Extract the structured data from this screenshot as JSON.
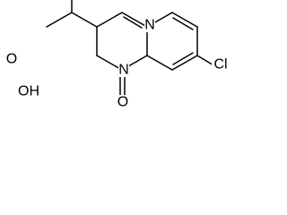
{
  "molecule": {
    "atoms": {
      "N1": "N",
      "N5": "N",
      "O_carbonyl": "O",
      "Cl": "Cl",
      "OH": "OH",
      "O_acid": "O"
    }
  }
}
